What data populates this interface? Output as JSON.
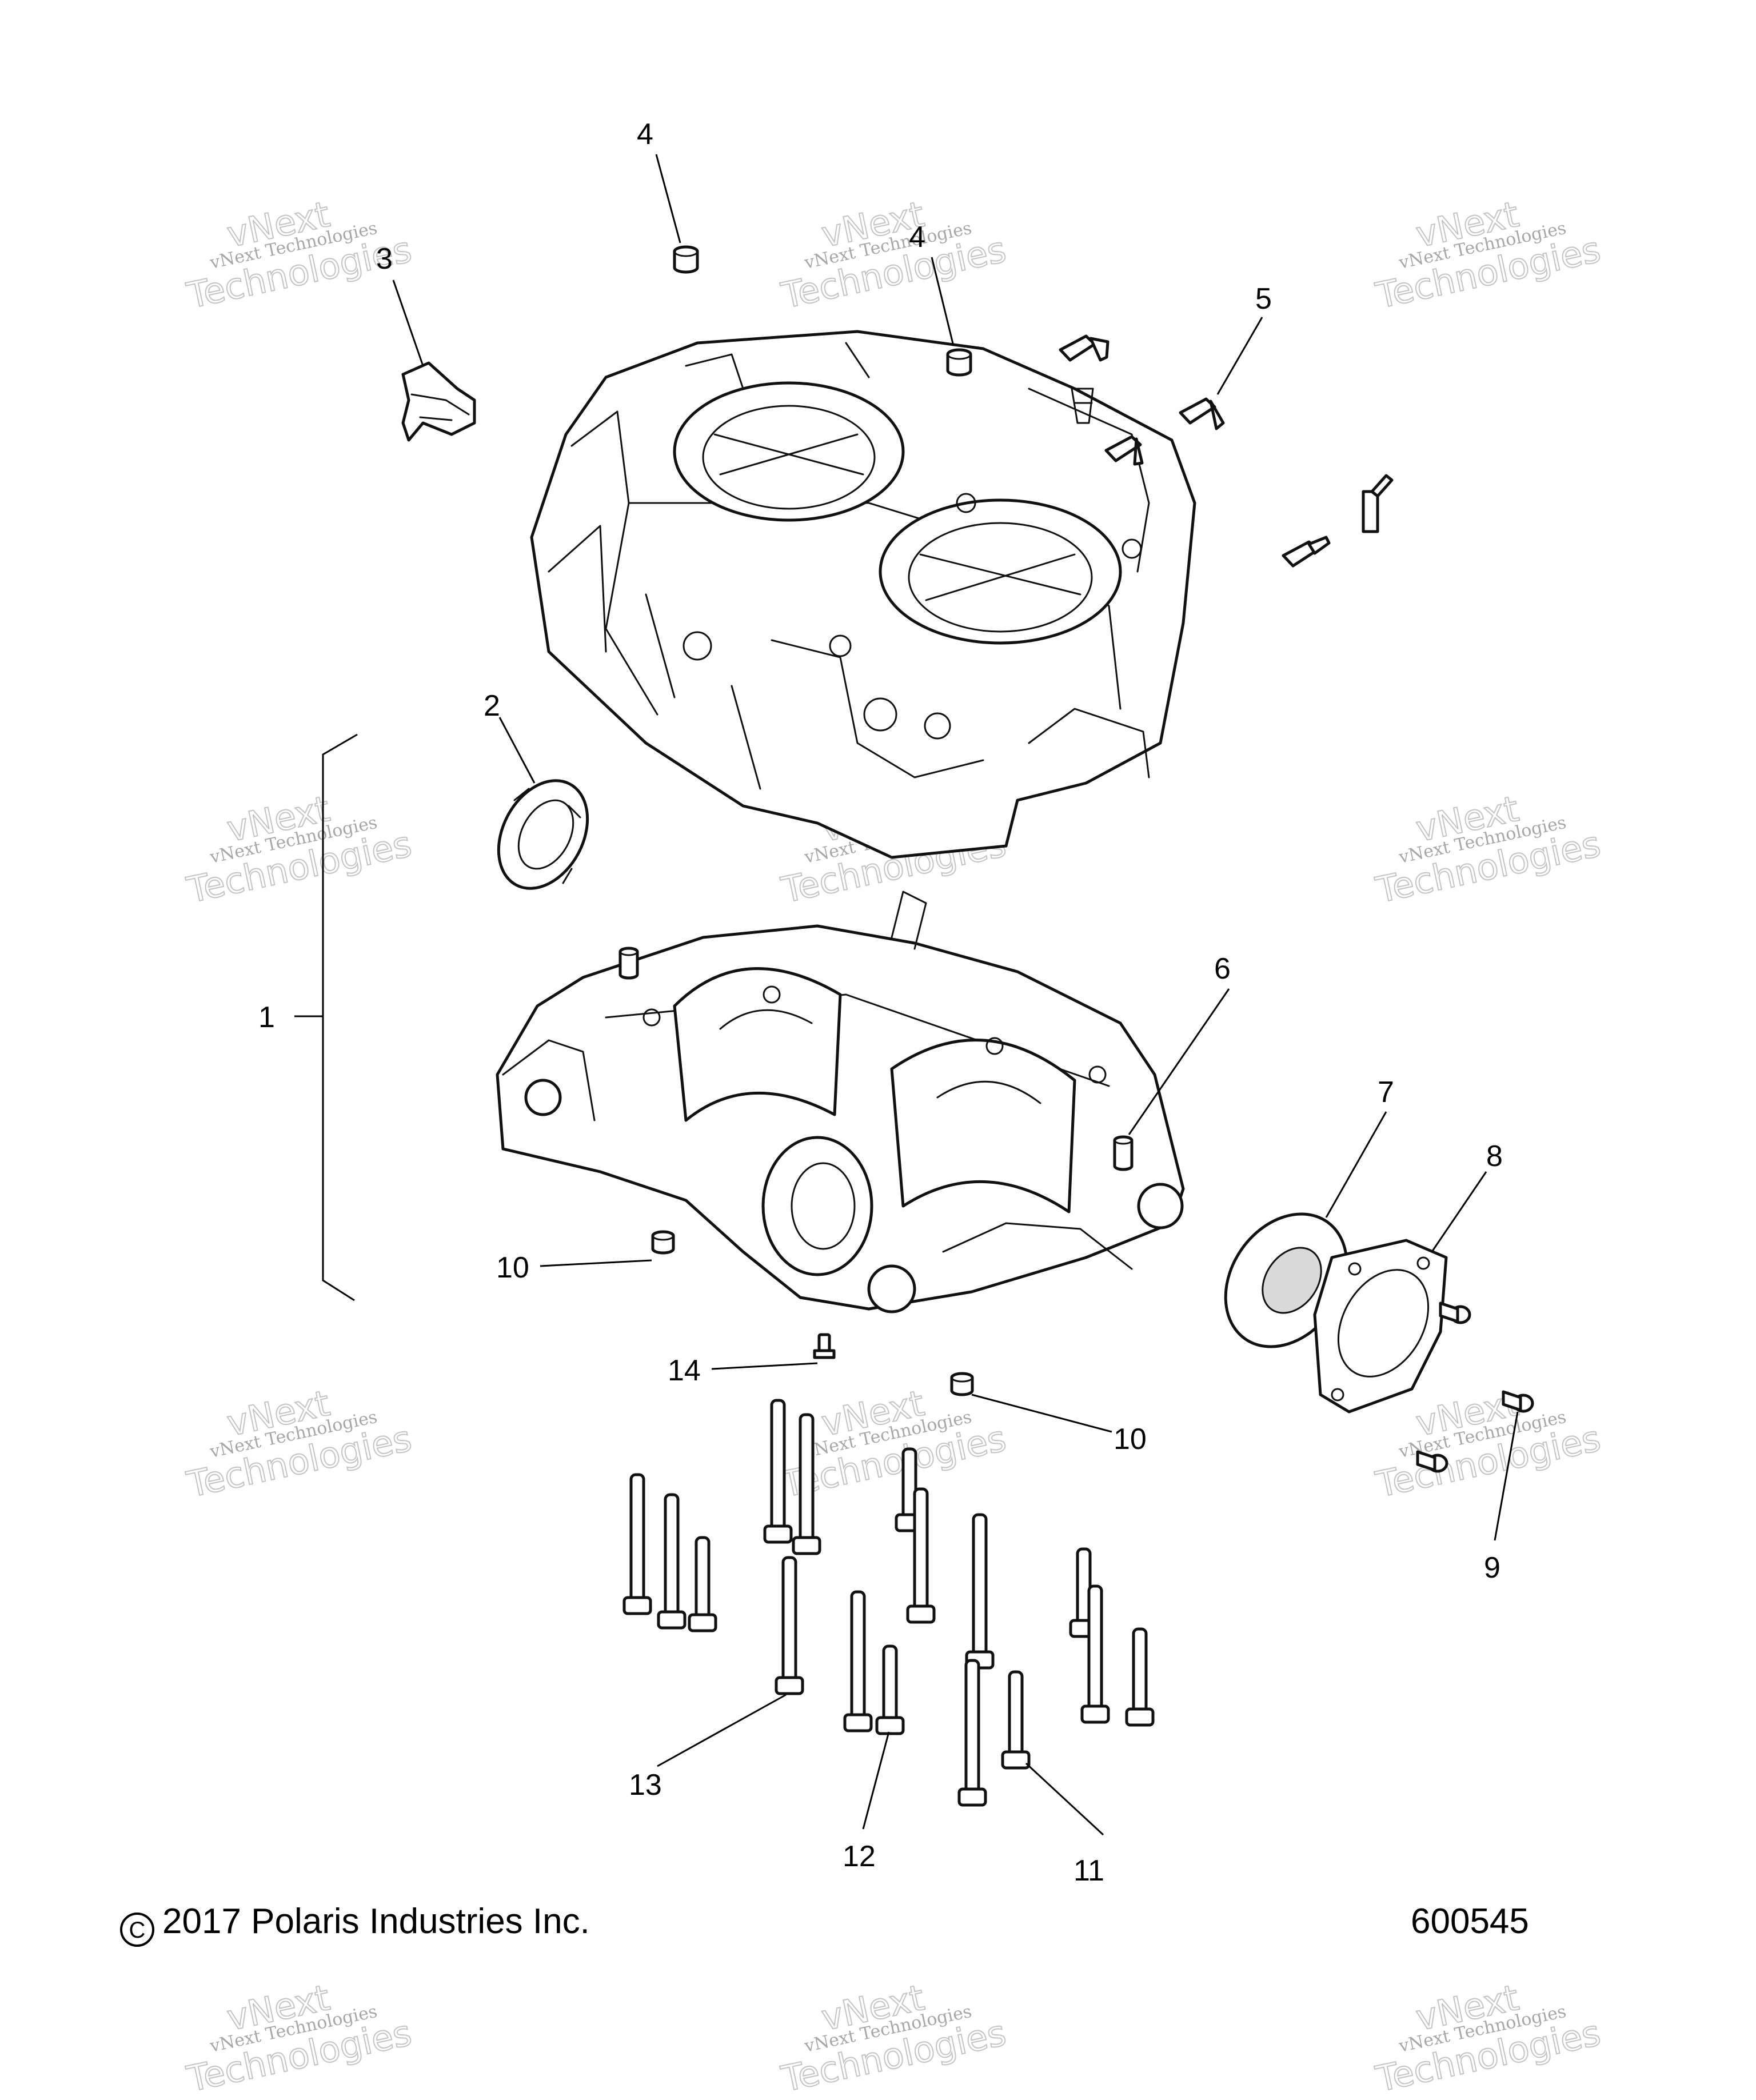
{
  "callouts": [
    "1",
    "2",
    "3",
    "4",
    "4",
    "5",
    "6",
    "7",
    "8",
    "9",
    "10",
    "10",
    "11",
    "12",
    "13",
    "14"
  ],
  "watermark": {
    "line1": "vNext Technologies",
    "line2": "vNext",
    "line3": "Technologies"
  },
  "footer": {
    "copyright_symbol": "C",
    "copyright": "2017 Polaris Industries Inc.",
    "figure_number": "600545"
  }
}
